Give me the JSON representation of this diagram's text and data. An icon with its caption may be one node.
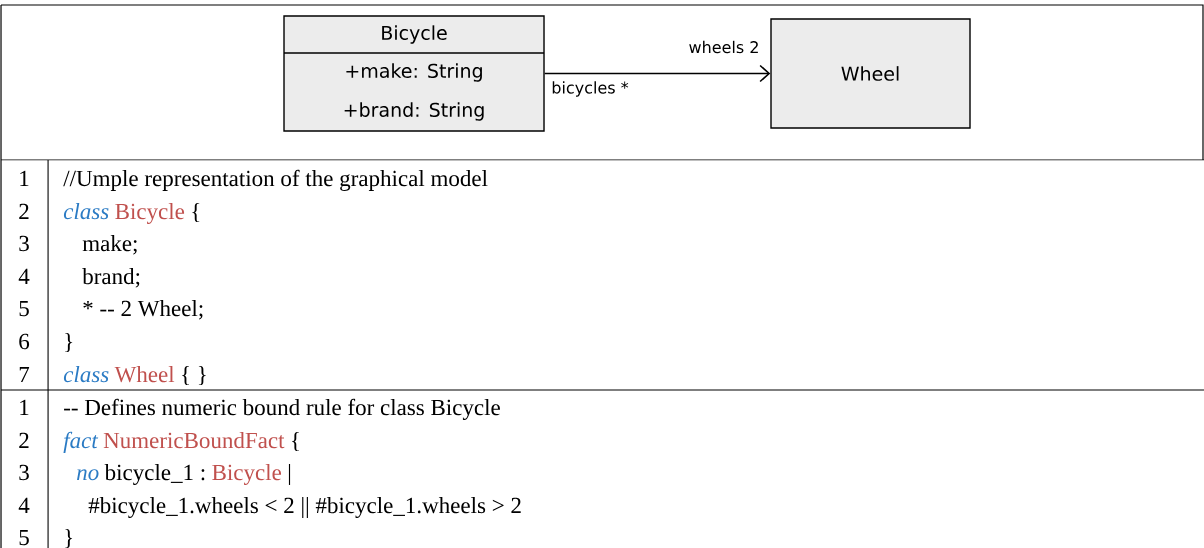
{
  "diagram": {
    "nodes": [
      {
        "text": [
          "Bicycle",
          "+make: String",
          "+brand: String"
        ]
      },
      {
        "text": [
          "Wheel"
        ]
      }
    ],
    "edges": [
      {
        "from": 0,
        "to": 1,
        "arrow": "to"
      }
    ],
    "labels": [
      "wheels 2",
      "bicycles *",
      "1",
      "//Umple representation of the graphical model",
      "2",
      "class",
      "Bicycle",
      "{",
      "3",
      "make;",
      "4",
      "brand;",
      "5",
      "* -- 2 Wheel;",
      "6",
      "}",
      "7",
      "class",
      "Wheel",
      "{ }",
      "1",
      "-- Defines numeric bound rule for class Bicycle",
      "2",
      "fact",
      "NumericBoundFact",
      "{",
      "3",
      "no",
      "bicycle_1 :",
      "Bicycle",
      "|",
      "4",
      "#bicycle_1.wheels < 2 || #bicycle_1.wheels > 2",
      "5",
      "}"
    ]
  }
}
